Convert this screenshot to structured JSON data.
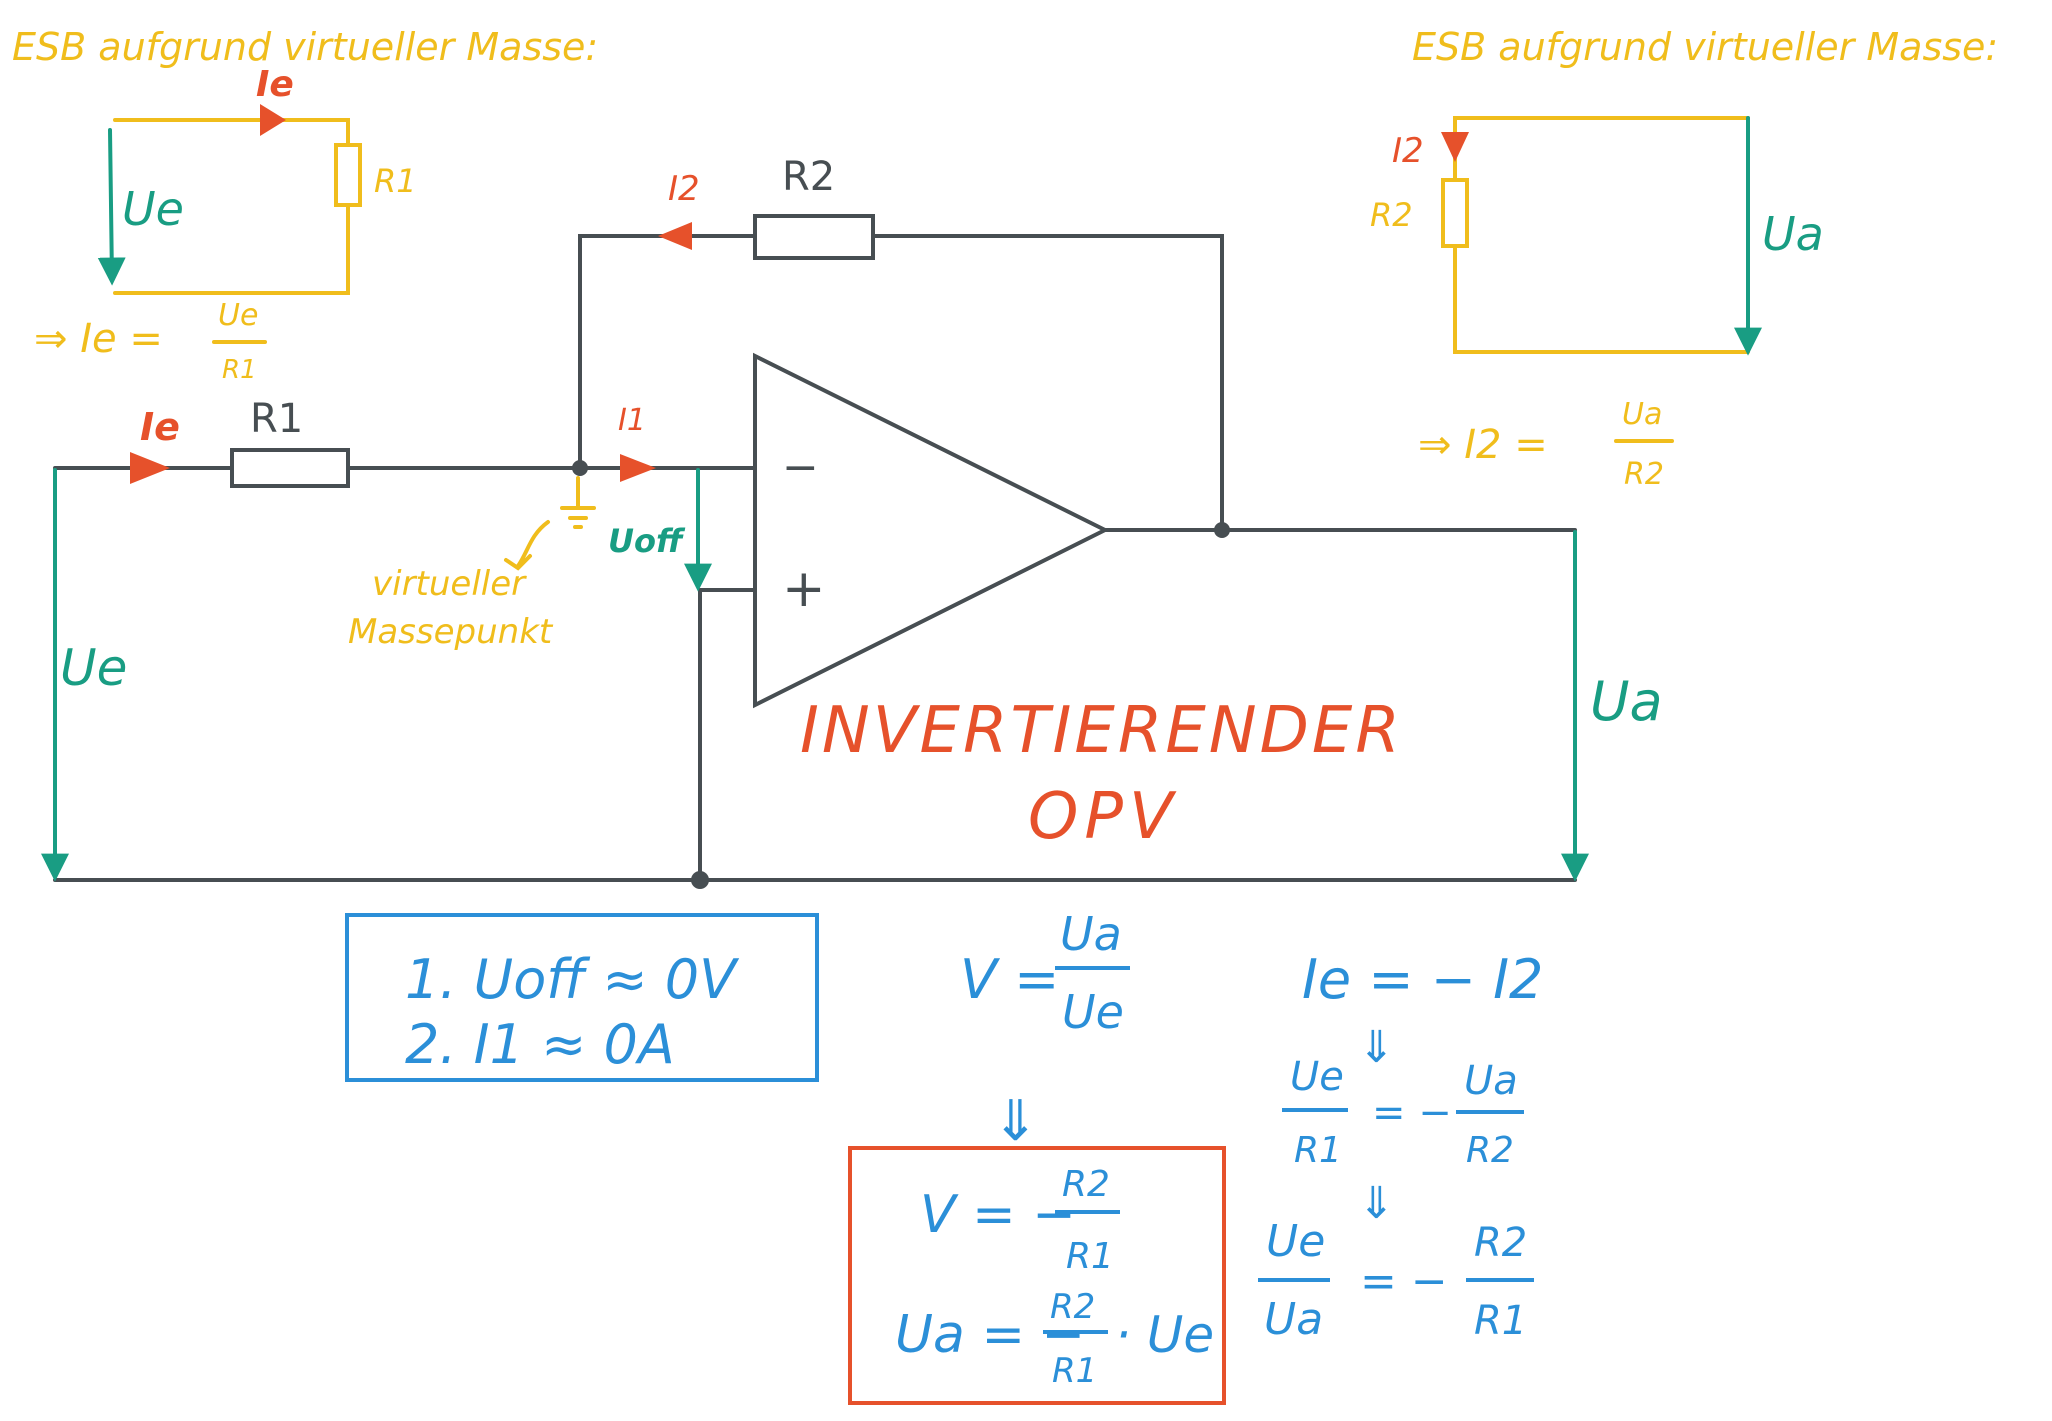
{
  "colors": {
    "dark": "#474e52",
    "yellow": "#f0bd1c",
    "green": "#199d83",
    "red": "#e6512b",
    "blue": "#2b8fd8"
  },
  "esb_left": {
    "title": "ESB aufgrund virtueller Masse:",
    "current": "Ie",
    "resistor": "R1",
    "voltage": "Ue",
    "formula_prefix": "⇒ Ie =",
    "formula_num": "Ue",
    "formula_den": "R1"
  },
  "esb_right": {
    "title": "ESB aufgrund virtueller Masse:",
    "current": "I2",
    "resistor": "R2",
    "voltage": "Ua",
    "formula_prefix": "⇒ I2 =",
    "formula_num": "Ua",
    "formula_den": "R2"
  },
  "circuit": {
    "r1_label": "R1",
    "r2_label": "R2",
    "ie_label": "Ie",
    "i1_label": "I1",
    "i2_label": "I2",
    "minus_label": "−",
    "plus_label": "+",
    "uoff_label": "Uoff",
    "ue_label": "Ue",
    "ua_label": "Ua",
    "virtual_ground_line1": "virtueller",
    "virtual_ground_line2": "Massepunkt",
    "title_line1": "INVERTIERENDER",
    "title_line2": "OPV"
  },
  "assumptions": {
    "line1": "1.  Uoff ≈ 0V",
    "line2": "2.  I1 ≈ 0A"
  },
  "gain": {
    "prefix": "V =",
    "num": "Ua",
    "den": "Ue",
    "arrow": "⇓"
  },
  "result": {
    "v_prefix": "V = −",
    "v_num": "R2",
    "v_den": "R1",
    "ua_prefix": "Ua = −",
    "ua_num": "R2",
    "ua_den": "R1",
    "ua_suffix": "· Ue"
  },
  "derivation": {
    "line1": "Ie = − I2",
    "arrow1": "⇓",
    "eq2_lhs_num": "Ue",
    "eq2_lhs_den": "R1",
    "eq2_mid": "= −",
    "eq2_rhs_num": "Ua",
    "eq2_rhs_den": "R2",
    "arrow2": "⇓",
    "eq3_lhs_num": "Ue",
    "eq3_lhs_den": "Ua",
    "eq3_mid": "= −",
    "eq3_rhs_num": "R2",
    "eq3_rhs_den": "R1"
  }
}
